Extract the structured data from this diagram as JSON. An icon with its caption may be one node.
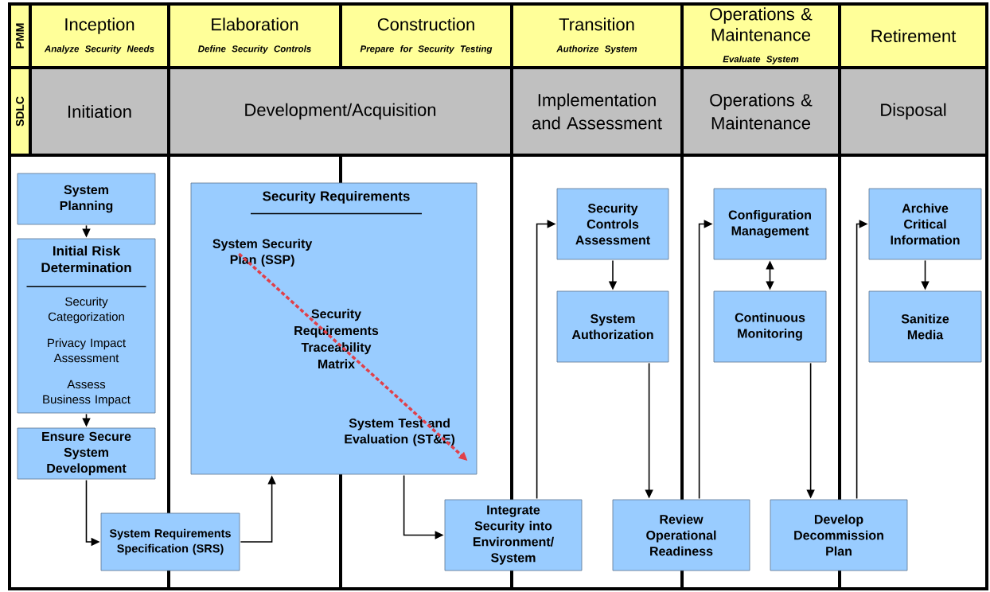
{
  "diagram": {
    "nodes": [
      {
        "text": [
          "PMM"
        ]
      },
      {
        "text": [
          "Inception",
          "Analyze Security Needs"
        ]
      },
      {
        "text": [
          "Elaboration",
          "Define Security Controls"
        ]
      },
      {
        "text": [
          "Construction",
          "Prepare for Security Testing"
        ]
      },
      {
        "text": [
          "Transition",
          "Authorize System"
        ]
      },
      {
        "text": [
          "Operations & Maintenance",
          "Evaluate System"
        ]
      },
      {
        "text": [
          "Retirement"
        ]
      },
      {
        "text": [
          "SDLC"
        ]
      },
      {
        "text": [
          "Initiation"
        ]
      },
      {
        "text": [
          "Development/Acquisition"
        ]
      },
      {
        "text": [
          "Implementation and Assessment"
        ]
      },
      {
        "text": [
          "Operations & Maintenance"
        ]
      },
      {
        "text": [
          "Disposal"
        ]
      },
      {
        "text": [
          "System Planning"
        ]
      },
      {
        "text": [
          "Initial Risk Determination",
          "Security Categorization",
          "Privacy Impact Assessment",
          "Assess Business Impact"
        ]
      },
      {
        "text": [
          "Ensure Secure System Development"
        ]
      },
      {
        "text": [
          "Security Requirements",
          "Security Requirements Traceability Matrix"
        ]
      },
      {
        "text": [
          "System Security Plan (SSP)"
        ],
        "in": 16
      },
      {
        "text": [
          "System Test and Evaluation (ST&E)"
        ],
        "in": 16
      },
      {
        "text": [
          "System Requirements Specification (SRS)"
        ]
      },
      {
        "text": [
          "Integrate Security into Environment/ System"
        ]
      },
      {
        "text": [
          "Security Controls Assessment"
        ]
      },
      {
        "text": [
          "System Authorization"
        ]
      },
      {
        "text": [
          "Review Operational Readiness"
        ]
      },
      {
        "text": [
          "Configuration Management"
        ]
      },
      {
        "text": [
          "Continuous Monitoring"
        ]
      },
      {
        "text": [
          "Develop Decommission Plan"
        ]
      },
      {
        "text": [
          "Archive Critical Information"
        ]
      },
      {
        "text": [
          "Sanitize Media"
        ]
      }
    ],
    "edges": [
      {
        "from": 13,
        "to": 14,
        "arrow": "to"
      },
      {
        "from": 14,
        "to": 15,
        "arrow": "to"
      },
      {
        "from": 15,
        "to": 19,
        "arrow": "to"
      },
      {
        "from": 19,
        "to": 16,
        "arrow": "to"
      },
      {
        "from": 16,
        "to": 20,
        "arrow": "to"
      },
      {
        "from": 20,
        "to": 21,
        "arrow": "to"
      },
      {
        "from": 21,
        "to": 22,
        "arrow": "to"
      },
      {
        "from": 22,
        "to": 23,
        "arrow": "to"
      },
      {
        "from": 23,
        "to": 24,
        "arrow": "to"
      },
      {
        "from": 24,
        "to": 25,
        "arrow": "both"
      },
      {
        "from": 25,
        "to": 26,
        "arrow": "to"
      },
      {
        "from": 26,
        "to": 27,
        "arrow": "to"
      },
      {
        "from": 27,
        "to": 28,
        "arrow": "to"
      },
      {
        "from": 17,
        "to": 18,
        "arrow": "to",
        "style": "dashed",
        "color": "#e0404a"
      }
    ]
  }
}
